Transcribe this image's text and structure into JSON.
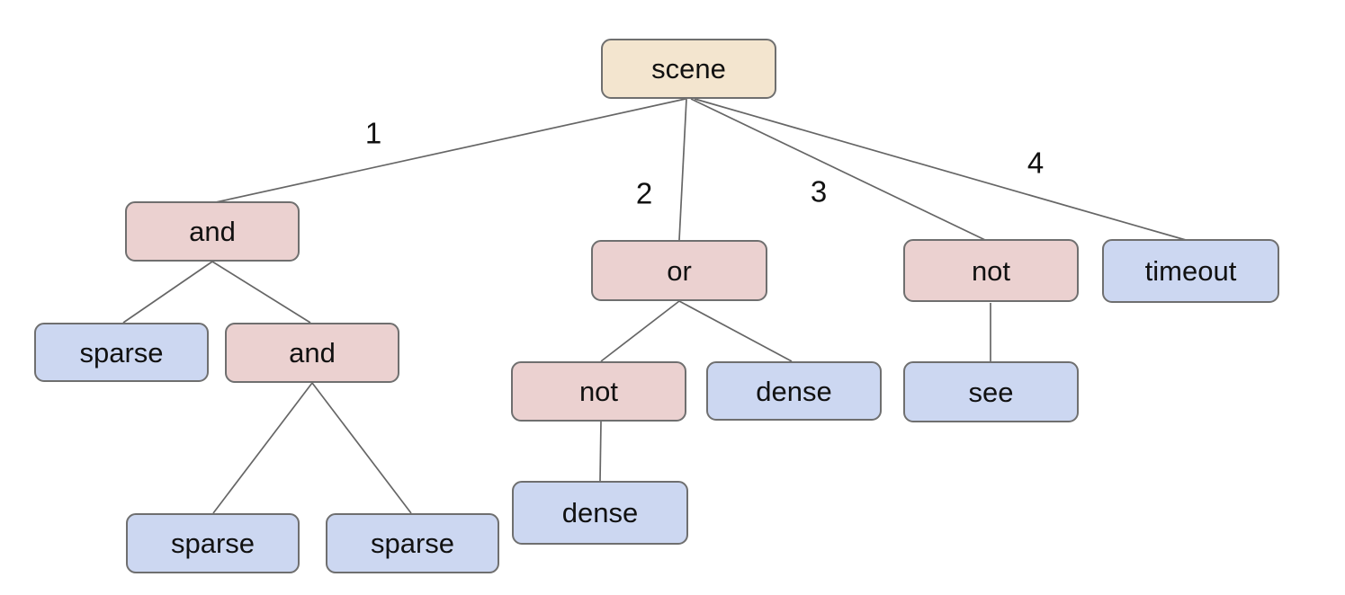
{
  "colors": {
    "root_fill": "#f3e5cf",
    "operator_fill": "#ebd1d0",
    "leaf_fill": "#ccd7f1",
    "node_border": "#6f6f6f",
    "edge_line": "#666666",
    "text": "#111111"
  },
  "nodes": [
    {
      "id": "scene",
      "label": "scene",
      "kind": "root"
    },
    {
      "id": "and-1",
      "label": "and",
      "kind": "operator"
    },
    {
      "id": "or-1",
      "label": "or",
      "kind": "operator"
    },
    {
      "id": "not-1",
      "label": "not",
      "kind": "operator"
    },
    {
      "id": "timeout-1",
      "label": "timeout",
      "kind": "leaf"
    },
    {
      "id": "sparse-1",
      "label": "sparse",
      "kind": "leaf"
    },
    {
      "id": "and-2",
      "label": "and",
      "kind": "operator"
    },
    {
      "id": "not-2",
      "label": "not",
      "kind": "operator"
    },
    {
      "id": "dense-1",
      "label": "dense",
      "kind": "leaf"
    },
    {
      "id": "see-1",
      "label": "see",
      "kind": "leaf"
    },
    {
      "id": "sparse-2",
      "label": "sparse",
      "kind": "leaf"
    },
    {
      "id": "sparse-3",
      "label": "sparse",
      "kind": "leaf"
    },
    {
      "id": "dense-2",
      "label": "dense",
      "kind": "leaf"
    }
  ],
  "edge_labels": [
    "1",
    "2",
    "3",
    "4"
  ],
  "tree": {
    "label": "scene",
    "children": [
      {
        "edge": "1",
        "label": "and",
        "children": [
          {
            "label": "sparse"
          },
          {
            "label": "and",
            "children": [
              {
                "label": "sparse"
              },
              {
                "label": "sparse"
              }
            ]
          }
        ]
      },
      {
        "edge": "2",
        "label": "or",
        "children": [
          {
            "label": "not",
            "children": [
              {
                "label": "dense"
              }
            ]
          },
          {
            "label": "dense"
          }
        ]
      },
      {
        "edge": "3",
        "label": "not",
        "children": [
          {
            "label": "see"
          }
        ]
      },
      {
        "edge": "4",
        "label": "timeout"
      }
    ]
  }
}
